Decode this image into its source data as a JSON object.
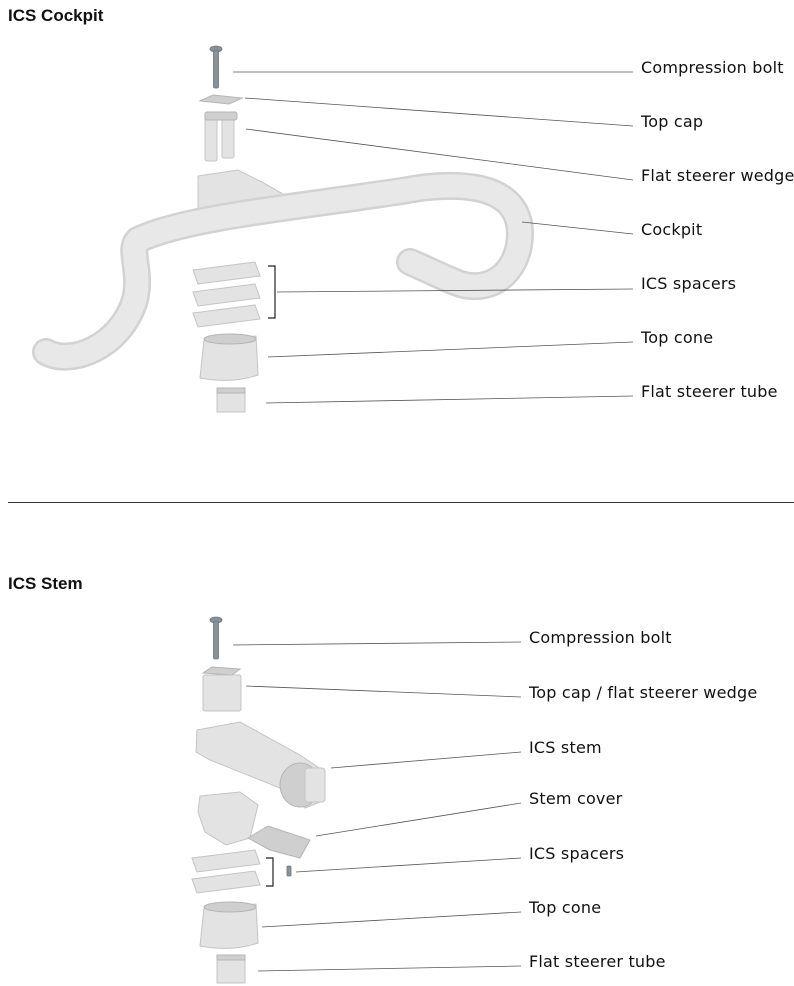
{
  "sections": [
    {
      "title": "ICS Cockpit",
      "labels": [
        "Compression bolt",
        "Top cap",
        "Flat steerer wedge",
        "Cockpit",
        "ICS spacers",
        "Top cone",
        "Flat steerer tube"
      ]
    },
    {
      "title": "ICS Stem",
      "labels": [
        "Compression bolt",
        "Top cap / flat steerer wedge",
        "ICS stem",
        "Stem cover",
        "ICS spacers",
        "Top cone",
        "Flat steerer tube"
      ]
    }
  ]
}
